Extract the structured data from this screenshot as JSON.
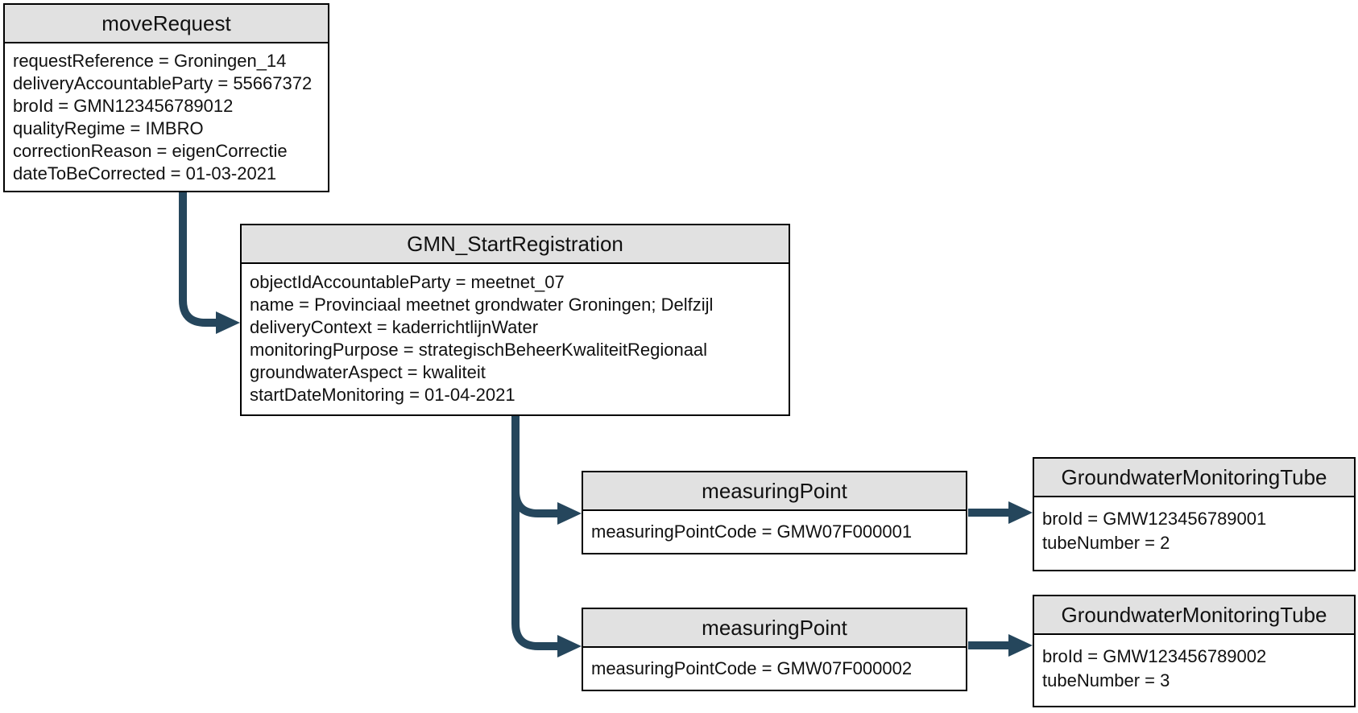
{
  "diagram": {
    "arrow_color": "#25465C",
    "header_fill": "#E1E1E1",
    "border_color": "#000000",
    "nodes": {
      "move_request": {
        "title": "moveRequest",
        "attributes": [
          "requestReference = Groningen_14",
          "deliveryAccountableParty = 55667372",
          "broId = GMN123456789012",
          "qualityRegime = IMBRO",
          "correctionReason = eigenCorrectie",
          "dateToBeCorrected = 01-03-2021"
        ]
      },
      "gmn_start_registration": {
        "title": "GMN_StartRegistration",
        "attributes": [
          "objectIdAccountableParty = meetnet_07",
          "name = Provinciaal meetnet grondwater Groningen; Delfzijl",
          "deliveryContext = kaderrichtlijnWater",
          "monitoringPurpose = strategischBeheerKwaliteitRegionaal",
          "groundwaterAspect = kwaliteit",
          "startDateMonitoring = 01-04-2021"
        ]
      },
      "measuring_point_1": {
        "title": "measuringPoint",
        "attributes": [
          "measuringPointCode = GMW07F000001"
        ]
      },
      "groundwater_monitoring_tube_1": {
        "title": "GroundwaterMonitoringTube",
        "attributes": [
          "broId = GMW123456789001",
          "tubeNumber = 2"
        ]
      },
      "measuring_point_2": {
        "title": "measuringPoint",
        "attributes": [
          "measuringPointCode = GMW07F000002"
        ]
      },
      "groundwater_monitoring_tube_2": {
        "title": "GroundwaterMonitoringTube",
        "attributes": [
          "broId = GMW123456789002",
          "tubeNumber = 3"
        ]
      }
    }
  }
}
